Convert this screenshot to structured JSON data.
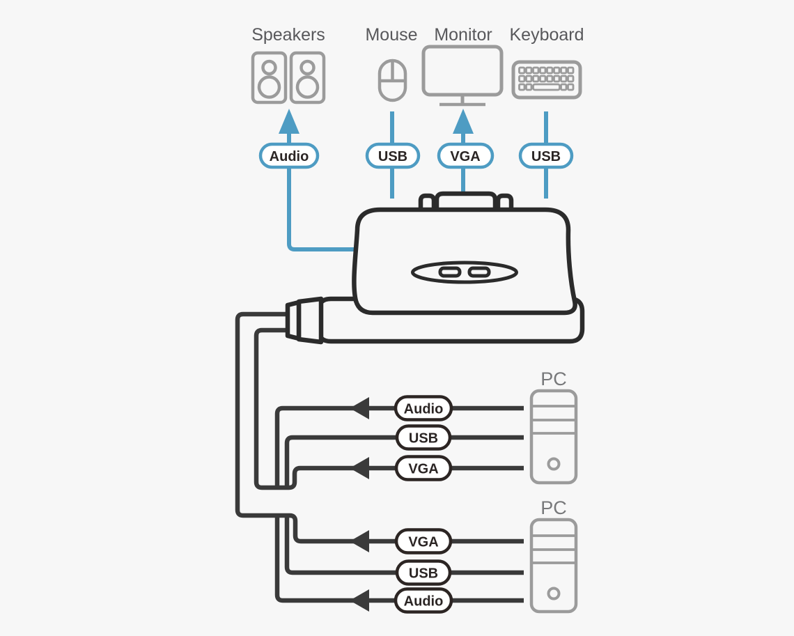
{
  "colors": {
    "background": "#f7f7f7",
    "blue_accent": "#4e9cc3",
    "cable_dark": "#3a3a3a",
    "device_outline": "#2b2b2b",
    "pill_dark_border": "#2c2523",
    "icon_gray": "#9b9b9b",
    "label_gray": "#58585b",
    "pill_text": "#2b2524"
  },
  "peripherals": [
    {
      "label": "Speakers",
      "connector": "Audio"
    },
    {
      "label": "Mouse",
      "connector": "USB"
    },
    {
      "label": "Monitor",
      "connector": "VGA"
    },
    {
      "label": "Keyboard",
      "connector": "USB"
    }
  ],
  "computers": [
    {
      "label": "PC",
      "connectors": [
        "Audio",
        "USB",
        "VGA"
      ]
    },
    {
      "label": "PC",
      "connectors": [
        "VGA",
        "USB",
        "Audio"
      ]
    }
  ]
}
